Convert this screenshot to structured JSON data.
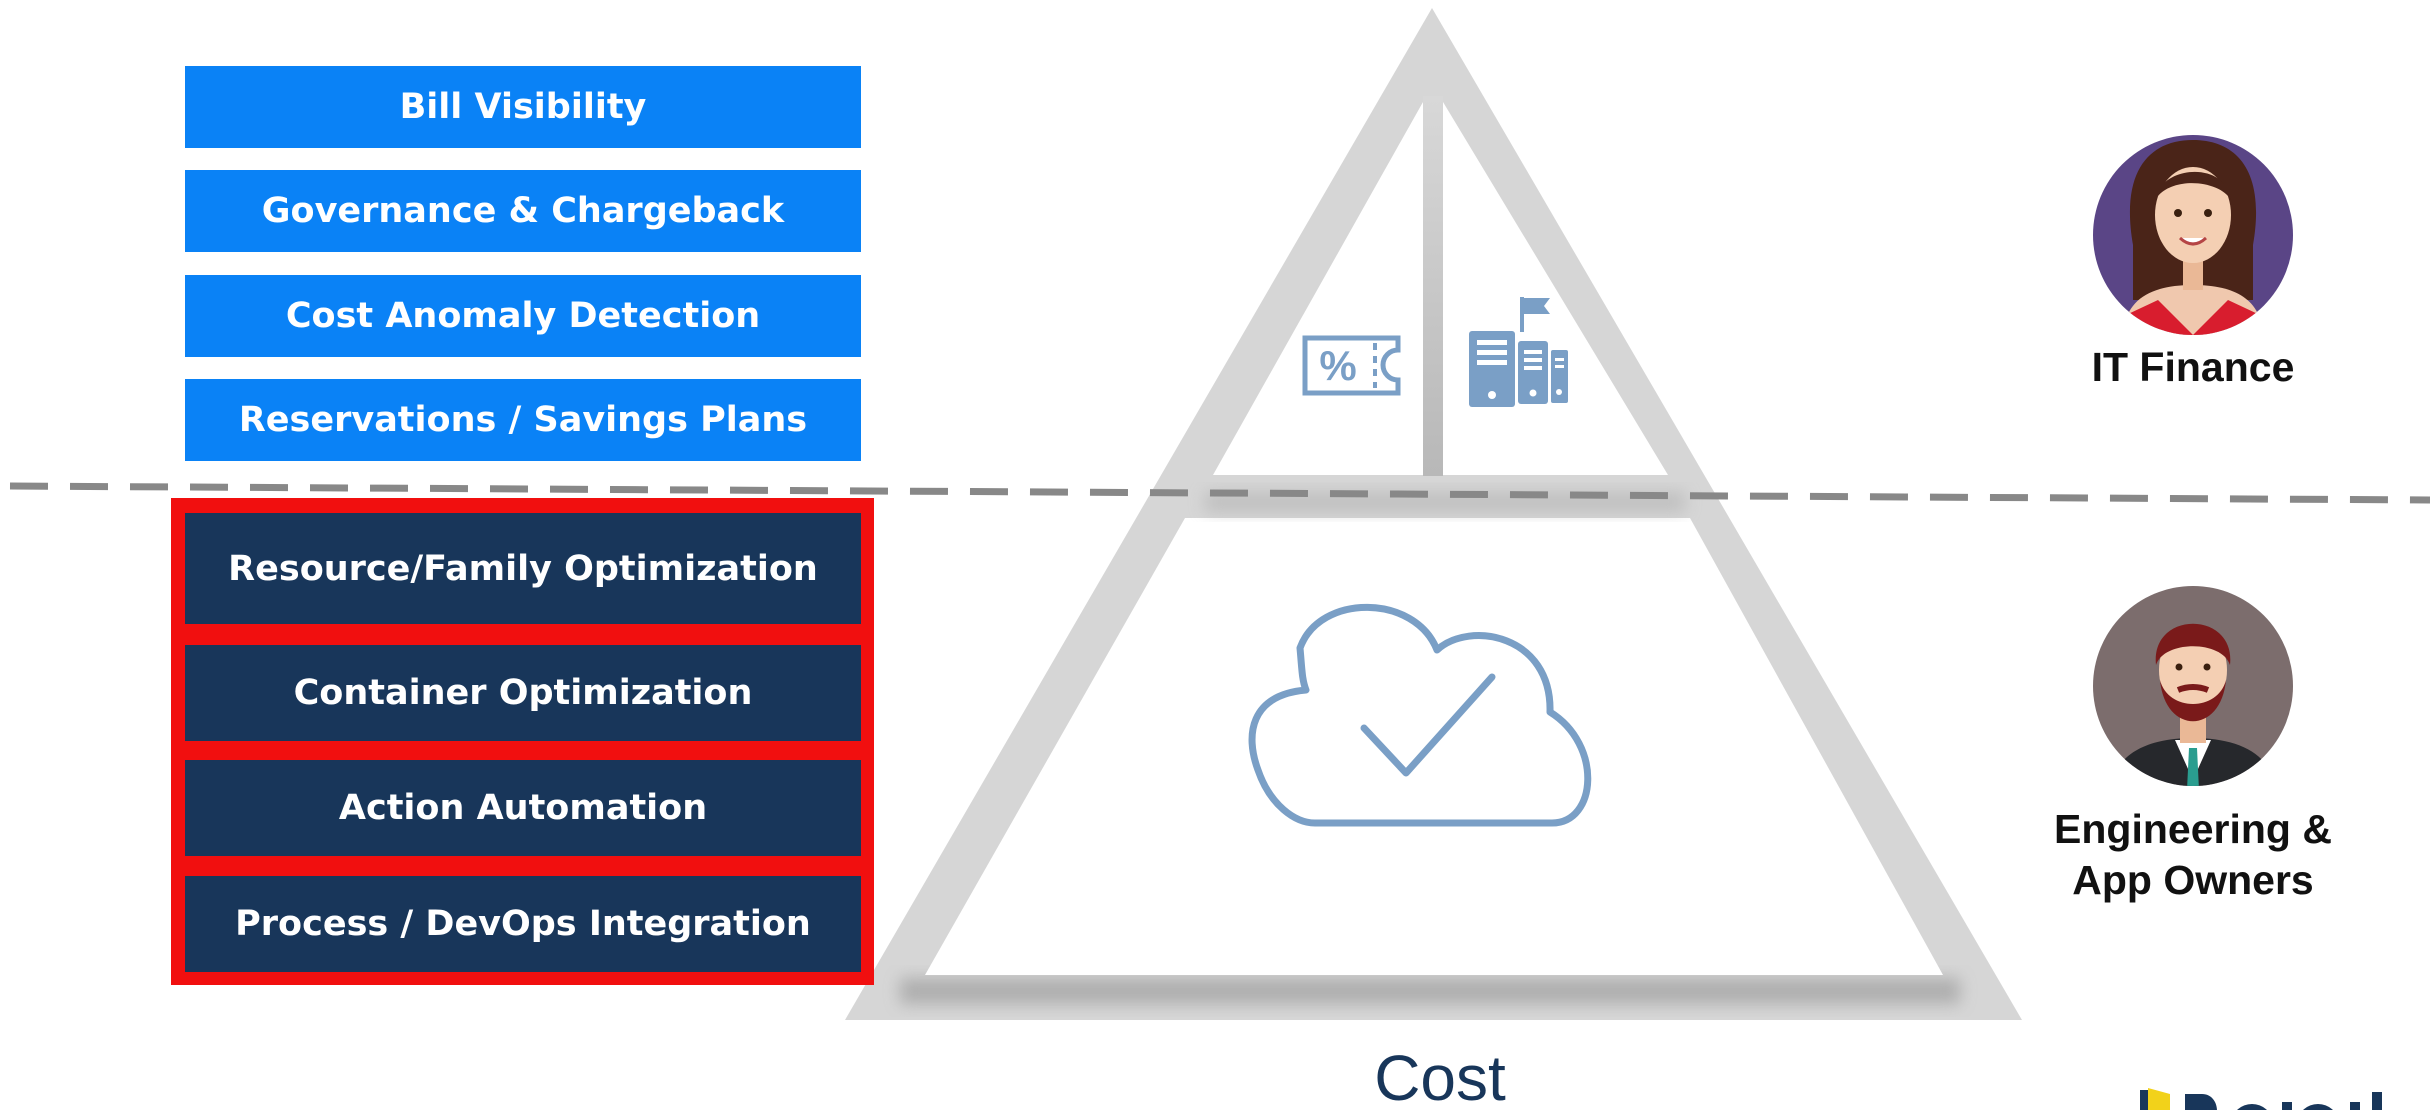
{
  "capabilities": {
    "visibility_group": [
      "Bill Visibility",
      "Governance & Chargeback",
      "Cost Anomaly Detection",
      "Reservations / Savings Plans"
    ],
    "optimization_group": [
      "Resource/Family Optimization",
      "Container Optimization",
      "Action Automation",
      "Process / DevOps Integration"
    ]
  },
  "personas": {
    "finance": "IT Finance",
    "engineering_line1": "Engineering &",
    "engineering_line2": "App Owners"
  },
  "pyramid": {
    "base_label": "Cost"
  },
  "colors": {
    "visibility_box": "#0a82f6",
    "optimization_box": "#18365a",
    "highlight_frame": "#f10f0f",
    "pyramid_frame": "#d6d6d6",
    "icon_blue": "#7a9fc6",
    "divider": "#888888"
  },
  "icons": [
    "discount-ticket-icon",
    "server-rack-icon",
    "cloud-check-icon",
    "woman-avatar-icon",
    "man-avatar-icon"
  ]
}
